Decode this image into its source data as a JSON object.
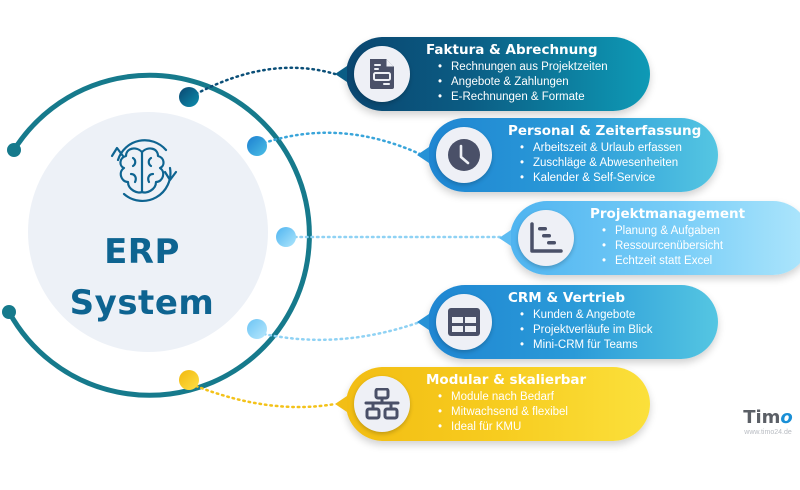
{
  "hub": {
    "title_line1": "ERP",
    "title_line2": "System",
    "icon": "brain-cycle-icon",
    "ring_color": "#167a8c",
    "fill_color": "#edf1f7",
    "text_color": "#0e6491"
  },
  "modules": [
    {
      "title": "Faktura & Abrechnung",
      "icon": "invoice-document-icon",
      "color": "#0b5c83",
      "items": [
        "Rechnungen aus Projektzeiten",
        "Angebote & Zahlungen",
        "E-Rechnungen & Formate"
      ]
    },
    {
      "title": "Personal & Zeiterfassung",
      "icon": "clock-icon",
      "color": "#2a9ad8",
      "items": [
        "Arbeitszeit & Urlaub erfassen",
        "Zuschläge & Abwesenheiten",
        "Kalender & Self-Service"
      ]
    },
    {
      "title": "Projektmanagement",
      "icon": "gantt-chart-icon",
      "color": "#78cdf7",
      "items": [
        "Planung & Aufgaben",
        "Ressourcenübersicht",
        "Echtzeit statt Excel"
      ]
    },
    {
      "title": "CRM & Vertrieb",
      "icon": "table-grid-icon",
      "color": "#2a9ad8",
      "items": [
        "Kunden & Angebote",
        "Projektverläufe im Blick",
        "Mini-CRM für Teams"
      ]
    },
    {
      "title": "Modular & skalierbar",
      "icon": "network-hierarchy-icon",
      "color": "#f7cc1f",
      "items": [
        "Module nach Bedarf",
        "Mitwachsend & flexibel",
        "Ideal für KMU"
      ]
    }
  ],
  "logo": {
    "brand_prefix": "Tim",
    "brand_suffix": "o",
    "url": "www.timo24.de"
  }
}
